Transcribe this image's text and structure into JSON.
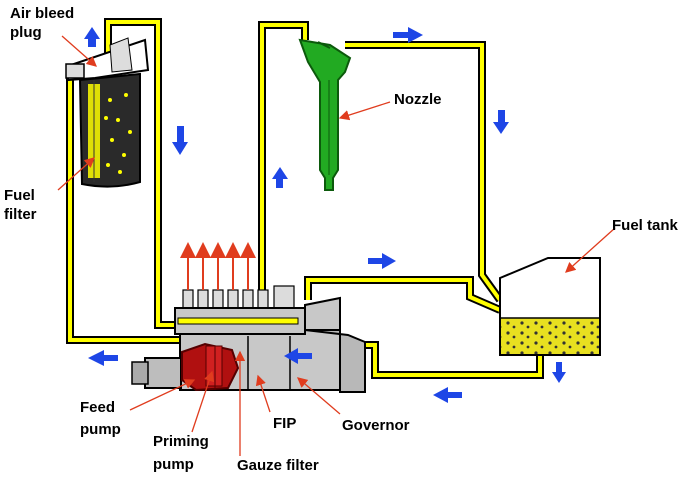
{
  "labels": {
    "air_bleed_plug_line1": "Air bleed",
    "air_bleed_plug_line2": "plug",
    "fuel_filter_line1": "Fuel",
    "fuel_filter_line2": "filter",
    "nozzle": "Nozzle",
    "fuel_tank": "Fuel tank",
    "feed_pump_line1": "Feed",
    "feed_pump_line2": "pump",
    "priming_pump_line1": "Priming",
    "priming_pump_line2": "pump",
    "fip": "FIP",
    "gauze_filter": "Gauze filter",
    "governor": "Governor"
  },
  "colors": {
    "fuel_line": "#ffff00",
    "line_outline": "#000000",
    "flow_arrow": "#1e46e6",
    "pointer": "#e03c1e",
    "nozzle": "#22aa22",
    "feed_pump": "#b01010",
    "pump_body": "#c8c8c8",
    "fuel": "#e8e020"
  }
}
